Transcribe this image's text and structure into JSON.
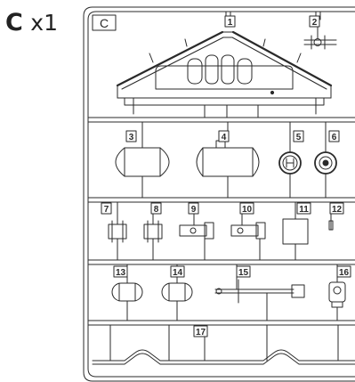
{
  "heading": {
    "sprue_letter": "C",
    "quantity": "x1"
  },
  "frame_label": "C",
  "parts": [
    {
      "number": "1",
      "shape": "roof-panel"
    },
    {
      "number": "2",
      "shape": "small-bracket"
    },
    {
      "number": "3",
      "shape": "tank"
    },
    {
      "number": "4",
      "shape": "tank-with-cap"
    },
    {
      "number": "5",
      "shape": "round-plate"
    },
    {
      "number": "6",
      "shape": "round-plate"
    },
    {
      "number": "7",
      "shape": "small-block"
    },
    {
      "number": "8",
      "shape": "small-block"
    },
    {
      "number": "9",
      "shape": "valve"
    },
    {
      "number": "10",
      "shape": "valve"
    },
    {
      "number": "11",
      "shape": "square-plate"
    },
    {
      "number": "12",
      "shape": "pin"
    },
    {
      "number": "13",
      "shape": "cylinder"
    },
    {
      "number": "14",
      "shape": "cylinder"
    },
    {
      "number": "15",
      "shape": "long-rod"
    },
    {
      "number": "16",
      "shape": "box-with-plate"
    },
    {
      "number": "17",
      "shape": "bent-bar"
    }
  ],
  "colors": {
    "line": "#2a2a2a",
    "paper": "#ffffff",
    "shade": "#d6d6d6"
  }
}
